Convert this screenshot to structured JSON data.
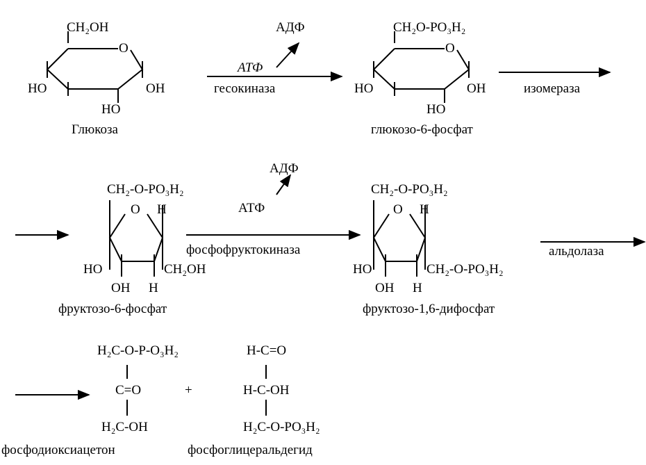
{
  "glucose": {
    "ch2oh": "CH₂OH",
    "o": "O",
    "ho_left": "HO",
    "oh_right": "OH",
    "ho_bottom": "HO",
    "name": "Глюкоза"
  },
  "step1": {
    "atf": "АТФ",
    "adf": "АДФ",
    "enzyme": "гесокиназа"
  },
  "g6p": {
    "ch2": "CH₂O-PO₃H₂",
    "o": "O",
    "ho_left": "HO",
    "oh_right": "OH",
    "ho_bottom": "HO",
    "name": "глюкозо-6-фосфат"
  },
  "step2": {
    "enzyme": "изомераза"
  },
  "f6p": {
    "top": "CH₂-O-PO₃H₂",
    "o": "O",
    "h_top": "H",
    "ho_left": "HO",
    "ch2oh_right": "CH₂OH",
    "oh_bottom": "OH",
    "h_bottom": "H",
    "name": "фруктозо-6-фосфат"
  },
  "step3": {
    "atf": "АТФ",
    "adf": "АДФ",
    "enzyme": "фосфофруктокиназа"
  },
  "f16dp": {
    "top": "CH₂-O-PO₃H₂",
    "o": "O",
    "h_top": "H",
    "ho_left": "HO",
    "right": "CH₂-O-PO₃H₂",
    "oh_bottom": "OH",
    "h_bottom": "H",
    "name": "фруктозо-1,6-дифосфат"
  },
  "step4": {
    "enzyme": "альдолаза"
  },
  "dhap": {
    "line1": "H₂C-O-P-O₃H₂",
    "line2": "C=O",
    "line3": "H₂C-OH",
    "name": "фосфодиоксиацетон"
  },
  "plus": "+",
  "gap": {
    "line1": "H-C=O",
    "line2": "H-C-OH",
    "line3": "H₂C-O-PO₃H₂",
    "name": "фосфоглицеральдегид"
  }
}
